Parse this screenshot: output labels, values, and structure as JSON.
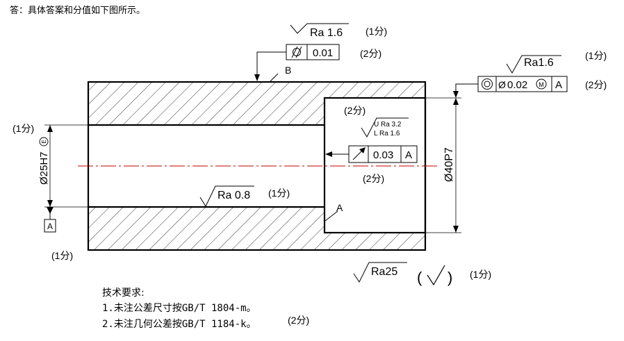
{
  "header": "答：具体答案和分值如下图所示。",
  "colors": {
    "line": "#000000",
    "centerline": "#c00000",
    "background": "#ffffff"
  },
  "labels": {
    "B": "B",
    "A_mark": "A",
    "datum_A": "A",
    "bore": "Ø25H7",
    "envelope": "E",
    "outer": "Ø40P7"
  },
  "roughness": {
    "top": "Ra 1.6",
    "right": "Ra1.6",
    "bore": "Ra 0.8",
    "general": "Ra25",
    "step_U": "U Ra 3.2",
    "step_L": "L Ra 1.6"
  },
  "tolerances": {
    "cylindricity_value": "0.01",
    "coaxiality_value": "0.02",
    "coaxiality_symbol": "Ø",
    "coaxiality_modifier": "M",
    "coaxiality_datum": "A",
    "runout_value": "0.03",
    "runout_datum": "A"
  },
  "marks": {
    "fen_top": "(1分)",
    "fen_top_frame": "(2分)",
    "fen_right_rough": "(1分)",
    "fen_right_frame": "(2分)",
    "fen_step_upper": "(2分)",
    "fen_step_lower": "(2分)",
    "fen_left_upper": "(1分)",
    "fen_left_lower": "(1分)",
    "fen_bore": "(1分)",
    "fen_general": "(1分)",
    "fen_notes": "(2分)"
  },
  "general_paren_open": "(",
  "general_paren_close": ")",
  "notes": {
    "title": "技术要求:",
    "line1": "1.未注公差尺寸按GB/T 1804-m。",
    "line2": "2.未注几何公差按GB/T 1184-k。"
  }
}
